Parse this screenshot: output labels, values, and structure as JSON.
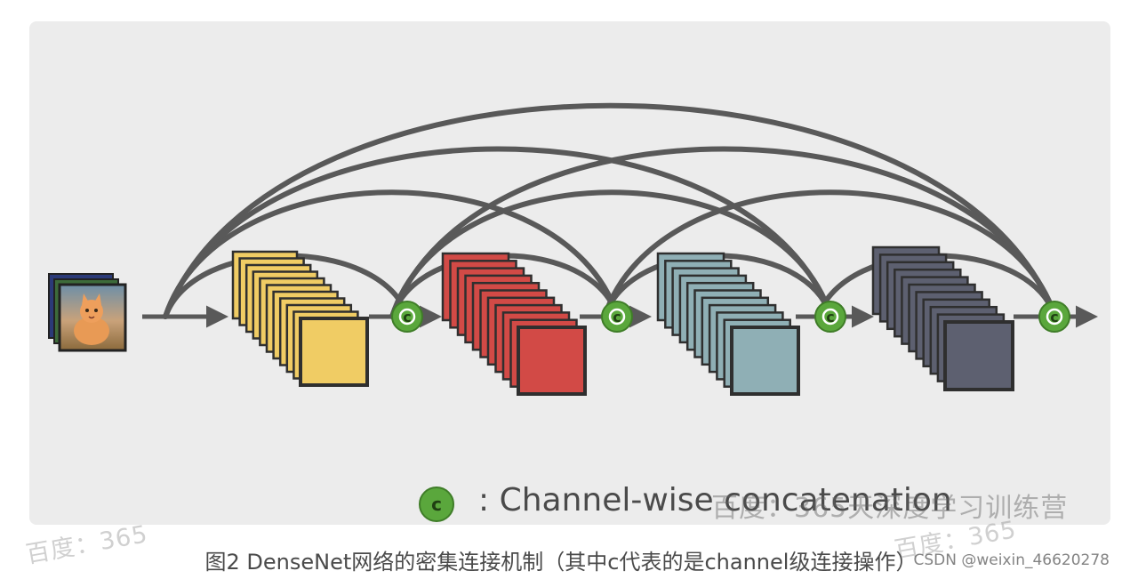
{
  "diagram": {
    "node_label": "c",
    "legend_label": ": Channel-wise concatenation",
    "blocks": [
      {
        "fill": "#f0cc64",
        "stroke": "#2f2f2f"
      },
      {
        "fill": "#d24a46",
        "stroke": "#2f2f2f"
      },
      {
        "fill": "#8fafb5",
        "stroke": "#2f2f2f"
      },
      {
        "fill": "#5d6070",
        "stroke": "#2f2f2f"
      }
    ],
    "colors": {
      "arc": "#595959",
      "concat_node": "#5aa73c",
      "panel": "#ececec"
    }
  },
  "watermark": {
    "main": "百度：365天深度学习训练营",
    "faint": "百度：365"
  },
  "caption": {
    "text": "图2 DenseNet网络的密集连接机制（其中c代表的是channel级连接操作）",
    "credit": "CSDN @weixin_46620278"
  }
}
